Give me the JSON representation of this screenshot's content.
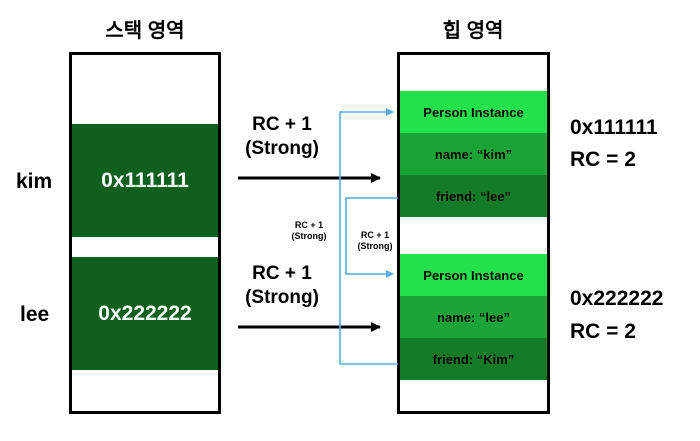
{
  "stack": {
    "title": "스택 영역",
    "vars": [
      {
        "name": "kim",
        "address": "0x111111"
      },
      {
        "name": "lee",
        "address": "0x222222"
      }
    ]
  },
  "heap": {
    "title": "힙 영역",
    "objects": [
      {
        "header": "Person Instance",
        "name_field": "name: “kim”",
        "friend_field": "friend: “lee”",
        "address": "0x111111",
        "rc": "RC = 2"
      },
      {
        "header": "Person Instance",
        "name_field": "name: “lee”",
        "friend_field": "friend: “Kim”",
        "address": "0x222222",
        "rc": "RC = 2"
      }
    ]
  },
  "refs": {
    "strong_big": [
      "RC + 1",
      "(Strong)"
    ],
    "strong_small": [
      "RC + 1",
      "(Strong)"
    ]
  },
  "colors": {
    "dark_green": "#0f5f1f",
    "light_green": "#21e24a",
    "mid_green": "#1aa437",
    "arrow_blue": "#5aaee8"
  }
}
